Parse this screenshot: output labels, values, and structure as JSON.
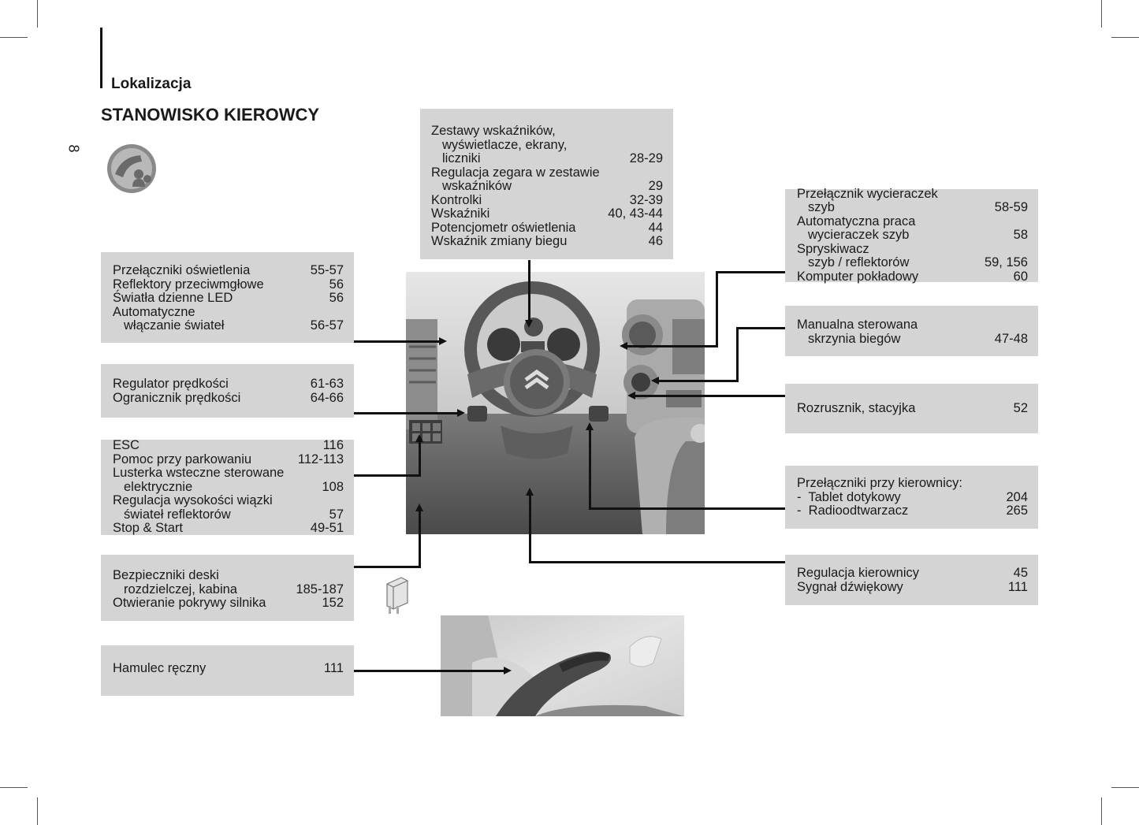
{
  "page": {
    "number": "8",
    "section": "Lokalizacja",
    "title": "STANOWISKO KIEROWCY",
    "logo_icon": "driver-seat-icon"
  },
  "boxes": {
    "instruments": [
      {
        "label": "Zestawy wskaźników,",
        "page": ""
      },
      {
        "label": "wyświetlacze, ekrany,",
        "page": "",
        "indent": true
      },
      {
        "label": "liczniki",
        "page": "28-29",
        "indent": true
      },
      {
        "label": "Regulacja zegara w zestawie",
        "page": ""
      },
      {
        "label": "wskaźników",
        "page": "29",
        "indent": true
      },
      {
        "label": "Kontrolki",
        "page": "32-39"
      },
      {
        "label": "Wskaźniki",
        "page": "40, 43-44"
      },
      {
        "label": "Potencjometr oświetlenia",
        "page": "44"
      },
      {
        "label": "Wskaźnik zmiany biegu",
        "page": "46"
      }
    ],
    "lighting": [
      {
        "label": "Przełączniki oświetlenia",
        "page": "55-57"
      },
      {
        "label": "Reflektory przeciwmgłowe",
        "page": "56"
      },
      {
        "label": "Światła dzienne LED",
        "page": "56"
      },
      {
        "label": "Automatyczne",
        "page": ""
      },
      {
        "label": "włączanie świateł",
        "page": "56-57",
        "indent": true
      }
    ],
    "speed": [
      {
        "label": "Regulator prędkości",
        "page": "61-63"
      },
      {
        "label": "Ogranicznik prędkości",
        "page": "64-66"
      }
    ],
    "esc": [
      {
        "label": "ESC",
        "page": "116"
      },
      {
        "label": "Pomoc przy parkowaniu",
        "page": "112-113"
      },
      {
        "label": "Lusterka wsteczne sterowane",
        "page": ""
      },
      {
        "label": "elektrycznie",
        "page": "108",
        "indent": true
      },
      {
        "label": "Regulacja wysokości wiązki",
        "page": ""
      },
      {
        "label": "świateł reflektorów",
        "page": "57",
        "indent": true
      },
      {
        "label": "Stop & Start",
        "page": "49-51"
      }
    ],
    "fuses": [
      {
        "label": "Bezpieczniki deski",
        "page": ""
      },
      {
        "label": "rozdzielczej, kabina",
        "page": "185-187",
        "indent": true
      },
      {
        "label": "Otwieranie pokrywy silnika",
        "page": "152"
      }
    ],
    "handbrake": [
      {
        "label": "Hamulec ręczny",
        "page": "111"
      }
    ],
    "wipers": [
      {
        "label": "Przełącznik wycieraczek",
        "page": ""
      },
      {
        "label": "szyb",
        "page": "58-59",
        "indent": true
      },
      {
        "label": "Automatyczna praca",
        "page": ""
      },
      {
        "label": "wycieraczek szyb",
        "page": "58",
        "indent": true
      },
      {
        "label": "Spryskiwacz",
        "page": ""
      },
      {
        "label": "szyb / reflektorów",
        "page": "59, 156",
        "indent": true
      },
      {
        "label": "Komputer pokładowy",
        "page": "60"
      }
    ],
    "gearbox": [
      {
        "label": "Manualna sterowana",
        "page": ""
      },
      {
        "label": "skrzynia biegów",
        "page": "47-48",
        "indent": true
      }
    ],
    "starter": [
      {
        "label": "Rozrusznik, stacyjka",
        "page": "52"
      }
    ],
    "wheel_switches": [
      {
        "label": "Przełączniki przy kierownicy:",
        "page": ""
      },
      {
        "label": "-  Tablet dotykowy",
        "page": "204"
      },
      {
        "label": "-  Radioodtwarzacz",
        "page": "265"
      }
    ],
    "steering": [
      {
        "label": "Regulacja kierownicy",
        "page": "45"
      },
      {
        "label": "Sygnał dźwiękowy",
        "page": "111"
      }
    ]
  },
  "colors": {
    "box_bg": "#d4d4d4",
    "text": "#1a1a1a",
    "leader": "#111111"
  }
}
